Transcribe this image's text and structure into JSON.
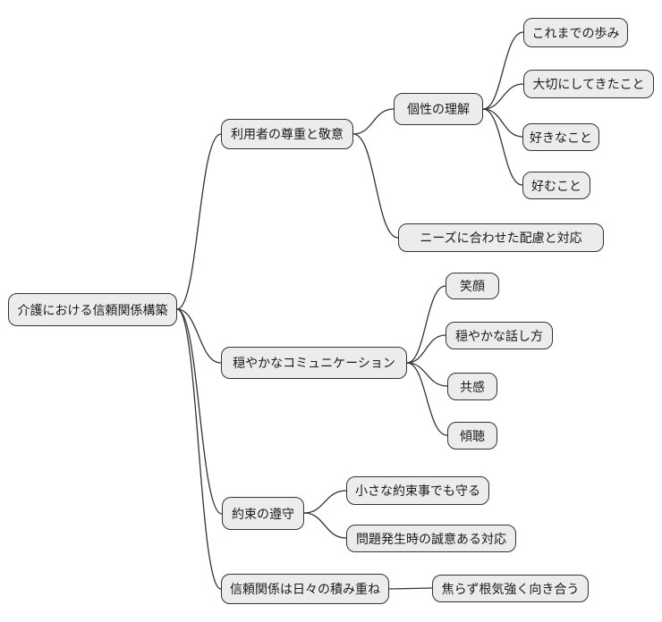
{
  "diagram": {
    "type": "mindmap",
    "title": "介護における信頼関係構築",
    "colors": {
      "node_fill": "#ececec",
      "node_border": "#333333",
      "edge_line": "#333333",
      "text": "#1a1a1a",
      "background": "#ffffff"
    },
    "nodes": [
      {
        "id": "root",
        "level": 0,
        "label": "介護における信頼関係構築"
      },
      {
        "id": "respect",
        "level": 1,
        "label": "利用者の尊重と敬意"
      },
      {
        "id": "individuality",
        "level": 2,
        "label": "個性の理解"
      },
      {
        "id": "life-journey",
        "level": 3,
        "label": "これまでの歩み"
      },
      {
        "id": "valued-things",
        "level": 3,
        "label": "大切にしてきたこと"
      },
      {
        "id": "likes",
        "level": 3,
        "label": "好きなこと"
      },
      {
        "id": "preferences",
        "level": 3,
        "label": "好むこと"
      },
      {
        "id": "needs-response",
        "level": 2,
        "label": "ニーズに合わせた配慮と対応"
      },
      {
        "id": "calm-communication",
        "level": 1,
        "label": "穏やかなコミュニケーション"
      },
      {
        "id": "smile",
        "level": 2,
        "label": "笑顔"
      },
      {
        "id": "calm-speaking",
        "level": 2,
        "label": "穏やかな話し方"
      },
      {
        "id": "empathy",
        "level": 2,
        "label": "共感"
      },
      {
        "id": "listening",
        "level": 2,
        "label": "傾聴"
      },
      {
        "id": "keeping-promises",
        "level": 1,
        "label": "約束の遵守"
      },
      {
        "id": "small-promises",
        "level": 2,
        "label": "小さな約束事でも守る"
      },
      {
        "id": "sincere-response",
        "level": 2,
        "label": "問題発生時の誠意ある対応"
      },
      {
        "id": "daily-accumulation",
        "level": 1,
        "label": "信頼関係は日々の積み重ね"
      },
      {
        "id": "patient-engagement",
        "level": 2,
        "label": "焦らず根気強く向き合う"
      }
    ],
    "edges": [
      [
        "root",
        "respect"
      ],
      [
        "root",
        "calm-communication"
      ],
      [
        "root",
        "keeping-promises"
      ],
      [
        "root",
        "daily-accumulation"
      ],
      [
        "respect",
        "individuality"
      ],
      [
        "respect",
        "needs-response"
      ],
      [
        "individuality",
        "life-journey"
      ],
      [
        "individuality",
        "valued-things"
      ],
      [
        "individuality",
        "likes"
      ],
      [
        "individuality",
        "preferences"
      ],
      [
        "calm-communication",
        "smile"
      ],
      [
        "calm-communication",
        "calm-speaking"
      ],
      [
        "calm-communication",
        "empathy"
      ],
      [
        "calm-communication",
        "listening"
      ],
      [
        "keeping-promises",
        "small-promises"
      ],
      [
        "keeping-promises",
        "sincere-response"
      ],
      [
        "daily-accumulation",
        "patient-engagement"
      ]
    ]
  }
}
